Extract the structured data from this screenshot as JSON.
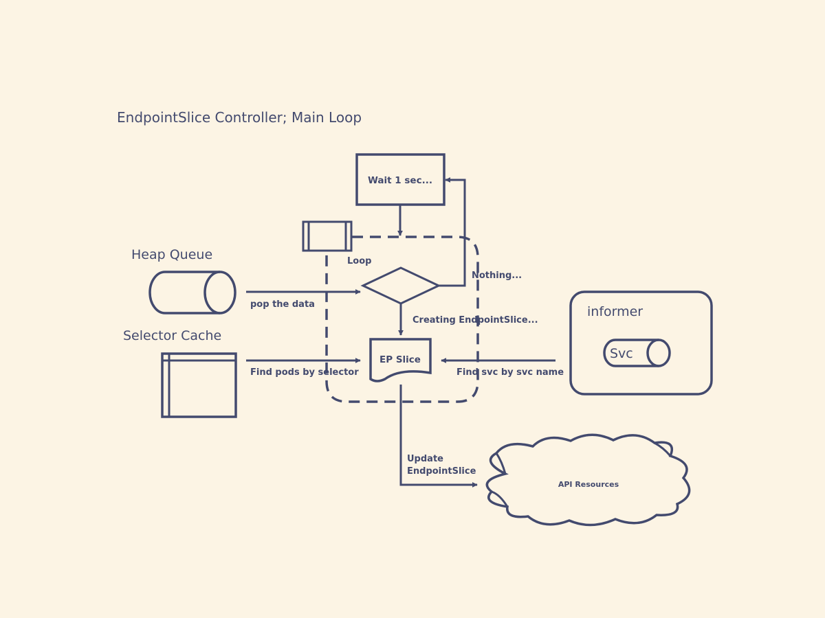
{
  "title": "EndpointSlice Controller; Main Loop",
  "colors": {
    "background": "#fcf4e4",
    "stroke": "#434a6e"
  },
  "nodes": {
    "wait": "Wait 1 sec...",
    "loop": "Loop",
    "heap_queue": "Heap Queue",
    "selector_cache": "Selector Cache",
    "ep_slice": "EP Slice",
    "informer": "informer",
    "svc": "Svc",
    "api_resources": "API Resources"
  },
  "edges": {
    "nothing": "Nothing...",
    "pop_data": "pop the data",
    "creating": "Creating EndpointSlice...",
    "find_pods": "Find pods by selector",
    "find_svc": "Find svc by svc name",
    "update_line1": "Update",
    "update_line2": "EndpointSlice"
  }
}
